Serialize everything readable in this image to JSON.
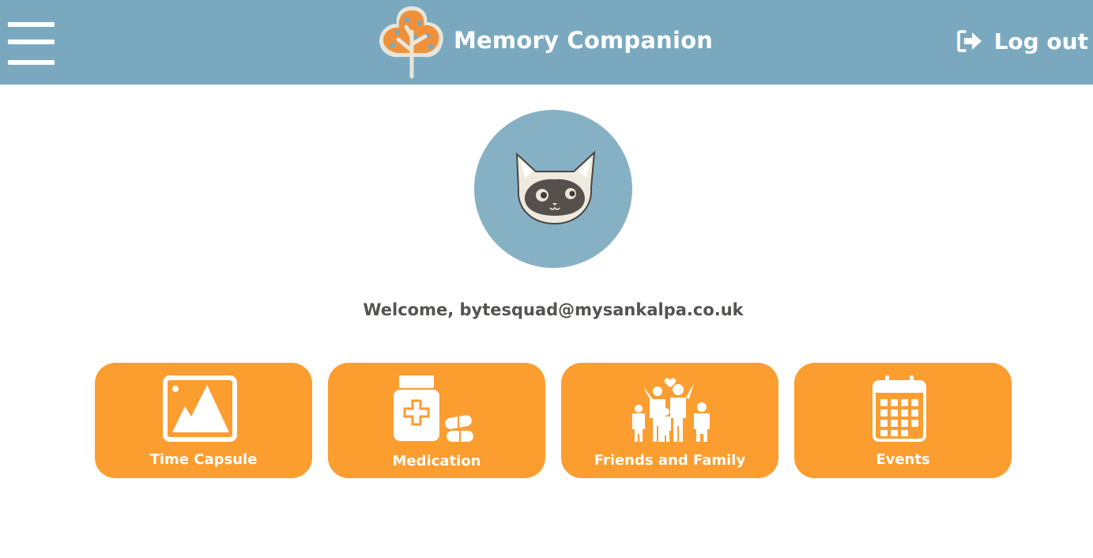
{
  "header": {
    "app_title": "Memory Companion",
    "logout_label": "Log out",
    "menu_icon": "hamburger-menu-icon",
    "logo_icon": "tree-logo-icon",
    "logout_icon": "sign-out-icon"
  },
  "profile": {
    "avatar_icon": "cat-avatar-icon",
    "welcome_text": "Welcome, bytesquad@mysankalpa.co.uk"
  },
  "tiles": [
    {
      "label": "Time Capsule",
      "icon": "picture-frame-icon"
    },
    {
      "label": "Medication",
      "icon": "medicine-bottle-icon"
    },
    {
      "label": "Friends and Family",
      "icon": "family-group-icon"
    },
    {
      "label": "Events",
      "icon": "calendar-icon"
    }
  ],
  "colors": {
    "header_bg": "#7aa9bf",
    "avatar_bg": "#86b1c4",
    "tile_bg": "#fc9d30",
    "text_dark": "#565252",
    "text_light": "#ffffff"
  }
}
